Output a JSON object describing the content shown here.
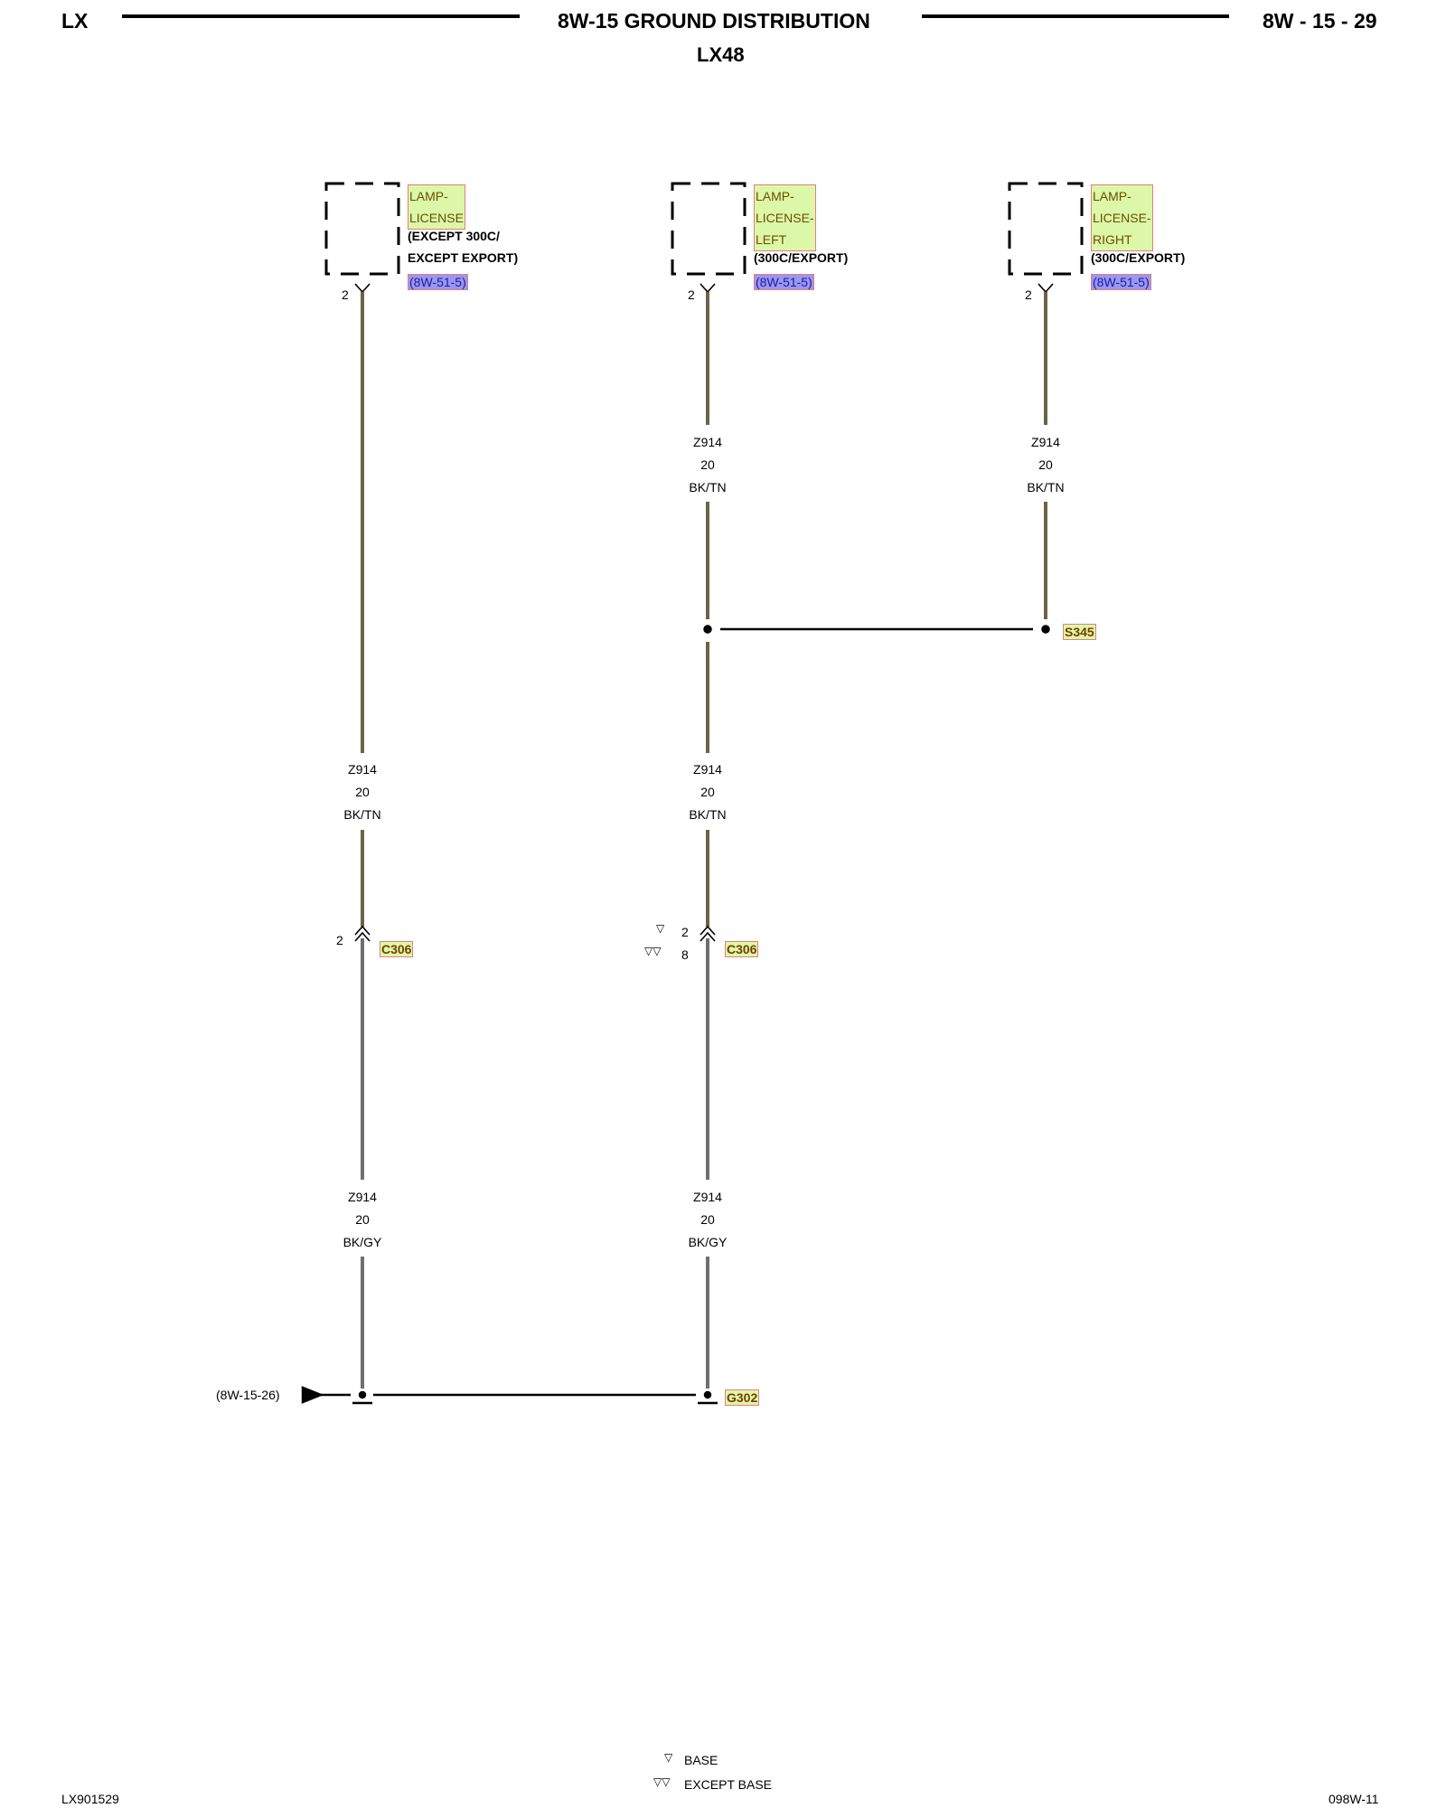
{
  "header": {
    "left": "LX",
    "title": "8W-15 GROUND DISTRIBUTION",
    "page": "8W - 15 - 29",
    "subtitle": "LX48"
  },
  "components": [
    {
      "name_lines": [
        "LAMP-",
        "LICENSE"
      ],
      "note_lines": [
        "(EXCEPT 300C/",
        "EXCEPT EXPORT)"
      ],
      "ref": "(8W-51-5)",
      "pin": "2"
    },
    {
      "name_lines": [
        "LAMP-",
        "LICENSE-",
        "LEFT"
      ],
      "note_lines": [
        "(300C/EXPORT)"
      ],
      "ref": "(8W-51-5)",
      "pin": "2"
    },
    {
      "name_lines": [
        "LAMP-",
        "LICENSE-",
        "RIGHT"
      ],
      "note_lines": [
        "(300C/EXPORT)"
      ],
      "ref": "(8W-51-5)",
      "pin": "2"
    }
  ],
  "wire_labels": {
    "mid_top": [
      "Z914",
      "20",
      "BK/TN"
    ],
    "right_top": [
      "Z914",
      "20",
      "BK/TN"
    ],
    "left_mid": [
      "Z914",
      "20",
      "BK/TN"
    ],
    "mid_mid": [
      "Z914",
      "20",
      "BK/TN"
    ],
    "left_low": [
      "Z914",
      "20",
      "BK/GY"
    ],
    "mid_low": [
      "Z914",
      "20",
      "BK/GY"
    ]
  },
  "splice": "S345",
  "connectors": {
    "left": {
      "name": "C306",
      "pin": "2"
    },
    "mid": {
      "name": "C306",
      "pin_base": "2",
      "pin_except_base": "8"
    }
  },
  "ground": {
    "name": "G302",
    "ref": "(8W-15-26)"
  },
  "legend": {
    "base_symbol": "▽",
    "base": "BASE",
    "except_base_symbol": "▽▽",
    "except_base": "EXCEPT BASE"
  },
  "footer": {
    "left": "LX901529",
    "right": "098W-11"
  }
}
